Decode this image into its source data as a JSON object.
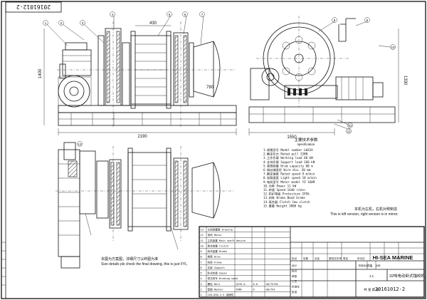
{
  "drawing": {
    "number": "20161012-2",
    "number_rotated": "20161012-2",
    "company": "HI-SEA MARINE",
    "title": "32吨电动卧式锚绞机",
    "scale": "1",
    "sheet": "1:1"
  },
  "dims": {
    "d430": "430",
    "d1330": "1330",
    "d2190": "2190",
    "d1550": "1550",
    "d1400": "1400",
    "d780": "780"
  },
  "balloons": [
    "1",
    "2",
    "3",
    "4",
    "5",
    "6",
    "7",
    "8",
    "9",
    "10",
    "11",
    "12",
    "13"
  ],
  "spec": {
    "heading": "主要技术参数",
    "subheading": "specification",
    "rows": [
      "1.规格型号 Model number   LW32A",
      "2.额定拉力 Rated pull     32KN",
      "3.工作负载 Working load   60 kN",
      "4.支持负载 Support load   160 kN",
      "5.卷筒容量 Drum capacity  80 m",
      "6.钢丝绳直径 Wire dia.    20 mm",
      "7.额定速度 Rated speed    9 m/min",
      "8.轻载速度 Light speed    18 m/min",
      "9.电机型号 Motor model    YZ 160M",
      "10.功率 Power             11 kW",
      "11.转速 Speed             1440 r/min",
      "12.防护等级 Protection    IP56",
      "13.刹车 Brake             Band brake",
      "14.离合器 Clutch          Jaw clutch",
      "15.重量 Weight            3800 kg"
    ]
  },
  "notes": {
    "left_cn": "本图为方案图，详细尺寸以终图为准",
    "left_en": "Size details pls check the final drawing, this is just FYI。",
    "right_cn": "本机为左机，右机对称制造",
    "right_en": "This is left version, right version is in mirror."
  },
  "title_block": {
    "labels": [
      "标记",
      "处数",
      "分区",
      "更改文件号",
      "签名",
      "年月日"
    ],
    "roles": [
      "设计",
      "校对",
      "审核",
      "工艺",
      "标准化",
      "批准"
    ],
    "cols": [
      "阶段标记",
      "重量",
      "比例"
    ],
    "share": "共 张 第 张"
  },
  "bom": {
    "rows": [
      [
        "13",
        "主机装置图 Drawing",
        "",
        "",
        ""
      ],
      [
        "12",
        "电机 Motor",
        "",
        "",
        ""
      ],
      [
        "11",
        "主机装置 Main shaft device",
        "",
        "",
        ""
      ],
      [
        "10",
        "离合装置 Clutch",
        "",
        "",
        ""
      ],
      [
        "9",
        "刹车装置 Brake",
        "",
        "",
        ""
      ],
      [
        "8",
        "卷筒 Drum",
        "",
        "",
        ""
      ],
      [
        "7",
        "机架 Frame",
        "",
        "",
        ""
      ],
      [
        "6",
        "支架 Support",
        "",
        "",
        ""
      ],
      [
        "5",
        "卧式绞盘 Gypsy",
        "",
        "",
        ""
      ],
      [
        "4",
        "带式刹车 Braking band",
        "",
        "",
        ""
      ],
      [
        "3",
        "螺栓 Bolt",
        "Q235-A",
        "6.8",
        "GB/T5782"
      ],
      [
        "2",
        "垫圈 Washer",
        "65Mn",
        "6",
        "GB/T93"
      ],
      [
        "1",
        "JZQ-650-4.5 减速机",
        "",
        "",
        ""
      ]
    ]
  }
}
